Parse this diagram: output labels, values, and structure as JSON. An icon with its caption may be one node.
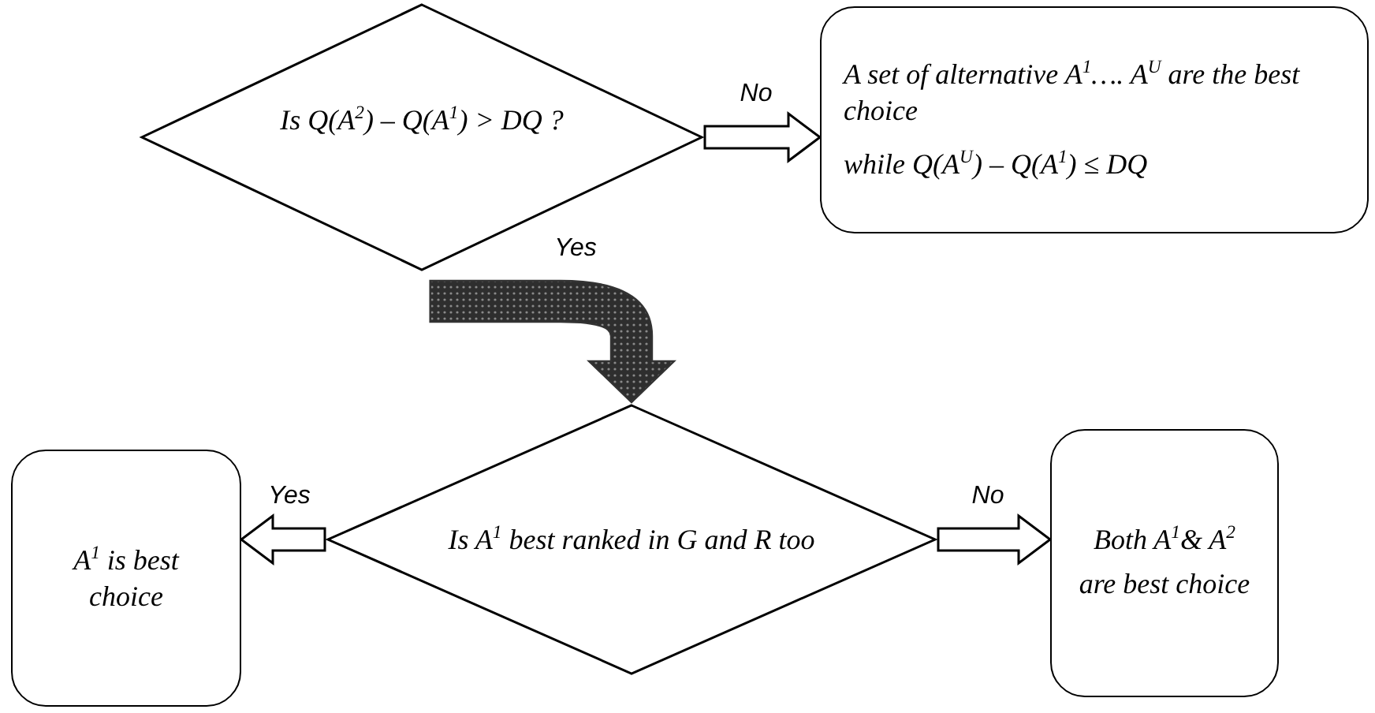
{
  "diagram": {
    "nodes": [
      {
        "text": [
          "Is Q(A$^{2}$) – Q(A$^{1}$) >  DQ ?"
        ]
      },
      {
        "text": [
          "A set of alternative A$^{1}$…. A$^{U}$ are the best choice",
          "while Q(A$^{U}$) – Q(A$^{1}$) ≤ DQ"
        ]
      },
      {
        "text": [
          "Is A$^{1}$ best ranked in G and R too"
        ]
      },
      {
        "text": [
          "A$^{1}$ is best choice"
        ]
      },
      {
        "text": [
          "Both A$^{1}$& A$^{2}$ are best choice"
        ]
      }
    ],
    "edges": [
      {
        "from": 0,
        "to": 1,
        "arrow": "to",
        "label": "No"
      },
      {
        "from": 0,
        "to": 2,
        "arrow": "to",
        "label": "Yes",
        "style": "thick",
        "color": "#333333"
      },
      {
        "from": 2,
        "to": 3,
        "arrow": "to",
        "label": "Yes"
      },
      {
        "from": 2,
        "to": 4,
        "arrow": "to",
        "label": "No"
      }
    ]
  }
}
